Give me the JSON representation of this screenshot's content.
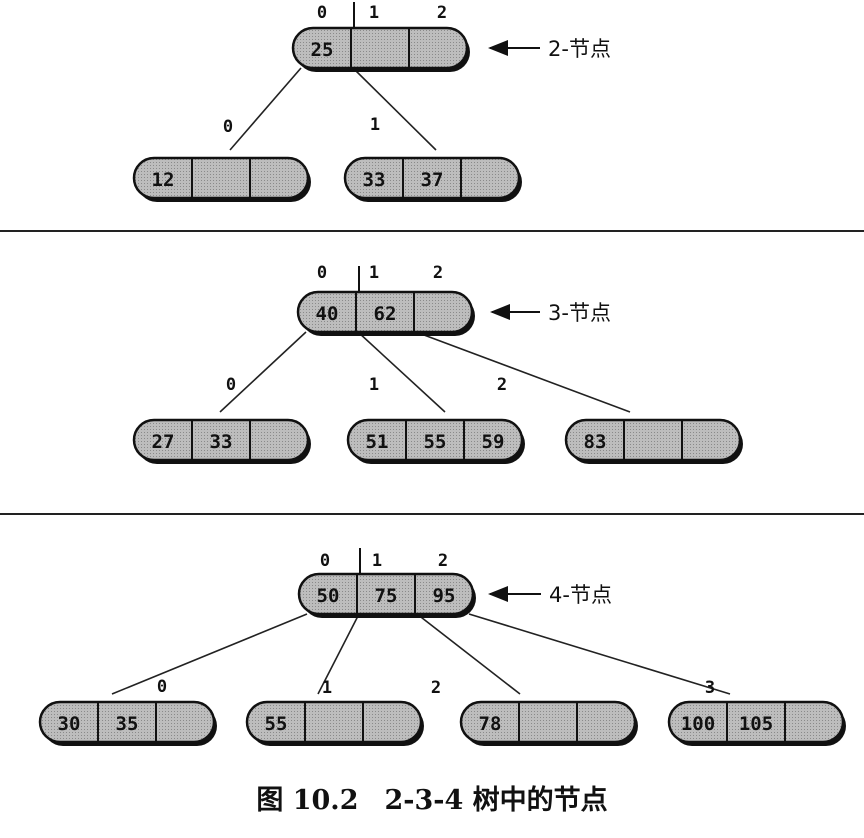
{
  "panels": [
    {
      "parent": {
        "values": [
          "25",
          "",
          ""
        ]
      },
      "label": "2-节点",
      "top_indices": [
        "0",
        "1",
        "2"
      ],
      "children": [
        {
          "values": [
            "12",
            "",
            ""
          ],
          "link": "0"
        },
        {
          "values": [
            "33",
            "37",
            ""
          ],
          "link": "1"
        }
      ]
    },
    {
      "parent": {
        "values": [
          "40",
          "62",
          ""
        ]
      },
      "label": "3-节点",
      "top_indices": [
        "0",
        "1",
        "2"
      ],
      "children": [
        {
          "values": [
            "27",
            "33",
            ""
          ],
          "link": "0"
        },
        {
          "values": [
            "51",
            "55",
            "59"
          ],
          "link": "1"
        },
        {
          "values": [
            "83",
            "",
            ""
          ],
          "link": "2"
        }
      ]
    },
    {
      "parent": {
        "values": [
          "50",
          "75",
          "95"
        ]
      },
      "label": "4-节点",
      "top_indices": [
        "0",
        "1",
        "2"
      ],
      "children": [
        {
          "values": [
            "30",
            "35",
            ""
          ],
          "link": "0"
        },
        {
          "values": [
            "55",
            "",
            ""
          ],
          "link": "1"
        },
        {
          "values": [
            "78",
            "",
            ""
          ],
          "link": "2"
        },
        {
          "values": [
            "100",
            "105",
            ""
          ],
          "link": "3"
        }
      ]
    }
  ],
  "caption": {
    "figure": "图 10.2",
    "title": "2-3-4 树中的节点"
  }
}
